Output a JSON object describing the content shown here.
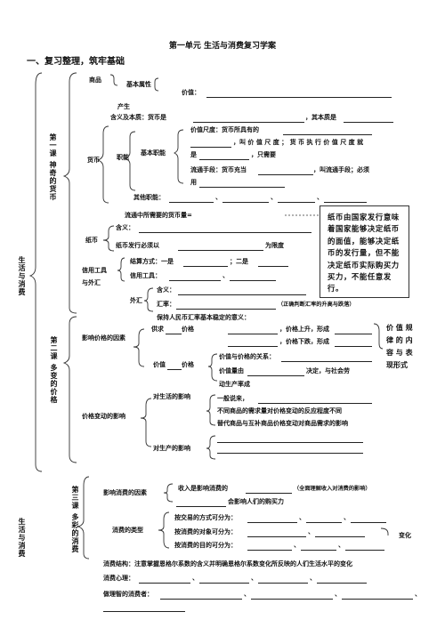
{
  "title": "第一单元  生活与消费复习学案",
  "section": "一、复习整理，筑牢基础",
  "unit_label": "生活与消费",
  "lesson1": "第一课  神奇的货币",
  "lesson2": "第二课  多变的价格",
  "lesson3": "第三课  多彩的消费",
  "l1": {
    "commodity": "商品",
    "basic_attr": "基本属性",
    "value": "价值：",
    "produce": "产生",
    "essence_a": "含义及本质：货币是",
    "essence_b": "，其本质是",
    "currency": "货币",
    "functions": "职能",
    "basic_func": "基本职能",
    "measure_a": "价值尺度：货币所具有的",
    "measure_b": "，叫 价 值 尺 度 ； 货 币 执 行 价 值 尺 度 就",
    "measure_c": "是",
    "measure_d": "，只需要",
    "circ_a": "流通手段：货币充当",
    "circ_b": "，叫流通手段；必须",
    "circ_c": "用",
    "other_func": "其他职能：",
    "comma": "、",
    "amount": "流通中所需要的货币量=",
    "paper": "纸币",
    "meaning": "含义：",
    "issue_a": "纸币发行必须以",
    "issue_b": "为限度",
    "settle_a": "结算方式：一是",
    "settle_b": "；二是",
    "credit_tool": "信用工具",
    "and_fx": "与外汇",
    "credit": "信用工具：",
    "fx": "外汇",
    "fx_meaning": "含义：",
    "rate": "汇率：",
    "rate_note": "（正确判断汇率的升高与跌落）",
    "note": "纸币由国家发行意味着国家能够决定纸币的面值，能够决定纸币的发行量，但不能决定纸币实际购买力 买力，不能任意发行。"
  },
  "l2": {
    "stable": "保持人民币汇率基本稳定的意义：",
    "factors": "影响价格的因素",
    "supply_a": "供求",
    "supply_b": "价格",
    "rise": "，价格上升，形成",
    "fall": "，价格下跌，形成",
    "value_a": "价值",
    "value_b": "价格",
    "relation": "价值与价格的关系：",
    "magnitude_a": "价值量由",
    "magnitude_b": "决定，与社会劳",
    "labor": "动生产率成",
    "law": "价 值 规 律 的 内 容 与 表 现形式",
    "effects": "价格变动的影响",
    "life": "对生活的影响",
    "general": "一般说来，",
    "demand1": "不同商品的需求量对价格变动的反应程度不同",
    "demand2": "替代商品与互补商品价格变动对商品需求的影响",
    "production": "对生产的影响"
  },
  "l3": {
    "factors": "影响消费的因素",
    "income_a": "收入是影响消费的",
    "income_note": "（全面理解收入对消费的影响）",
    "price": "会影响人们的购买力",
    "types": "消费的类型",
    "t1": "按交易的方式可分为：",
    "t2": "按消费的对象可分为：",
    "t3": "按消费的目的可分为：",
    "change": "变化",
    "structure": "消费结构：注意掌握恩格尔系数的含义并明确恩格尔系数变化所反映的人们生活水平的变化",
    "psychology": "消费心理：",
    "wise": "做理智的消费者："
  }
}
